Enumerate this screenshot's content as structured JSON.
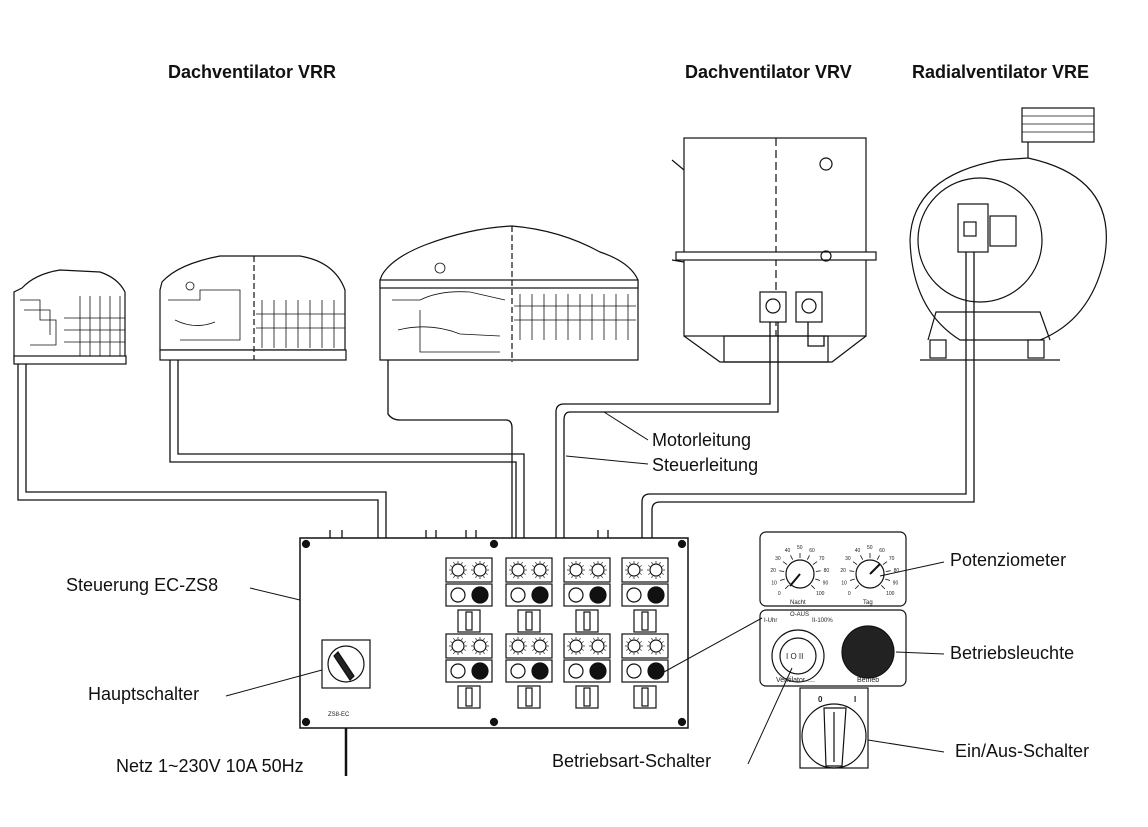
{
  "titles": {
    "vrr": "Dachventilator VRR",
    "vrv": "Dachventilator VRV",
    "vre": "Radialventilator VRE"
  },
  "labels": {
    "motorleitung": "Motorleitung",
    "steuerleitung": "Steuerleitung",
    "steuerung": "Steuerung EC-ZS8",
    "hauptschalter": "Hauptschalter",
    "netz": "Netz 1~230V 10A  50Hz",
    "betriebsart": "Betriebsart-Schalter",
    "potenziometer": "Potenziometer",
    "betriebsleuchte": "Betriebsleuchte",
    "einaus": "Ein/Aus-Schalter"
  },
  "panel": {
    "model": "ZS8-EC",
    "knob_left_label": "Nacht",
    "knob_right_label": "Tag",
    "scale_ticks": [
      "0",
      "10",
      "20",
      "30",
      "40",
      "50",
      "60",
      "70",
      "80",
      "90",
      "100"
    ],
    "mode_left": "I-Uhr",
    "mode_center": "O-AUS",
    "mode_right": "II-100%",
    "mode_switch_glyph": "I O II",
    "ventilator_label": "Ventilator ....",
    "betrieb_label": "Betrieb",
    "switch_off": "0",
    "switch_on": "I"
  },
  "colors": {
    "line": "#111111",
    "panel_fill": "#ffffff",
    "lamp": "#222222"
  }
}
